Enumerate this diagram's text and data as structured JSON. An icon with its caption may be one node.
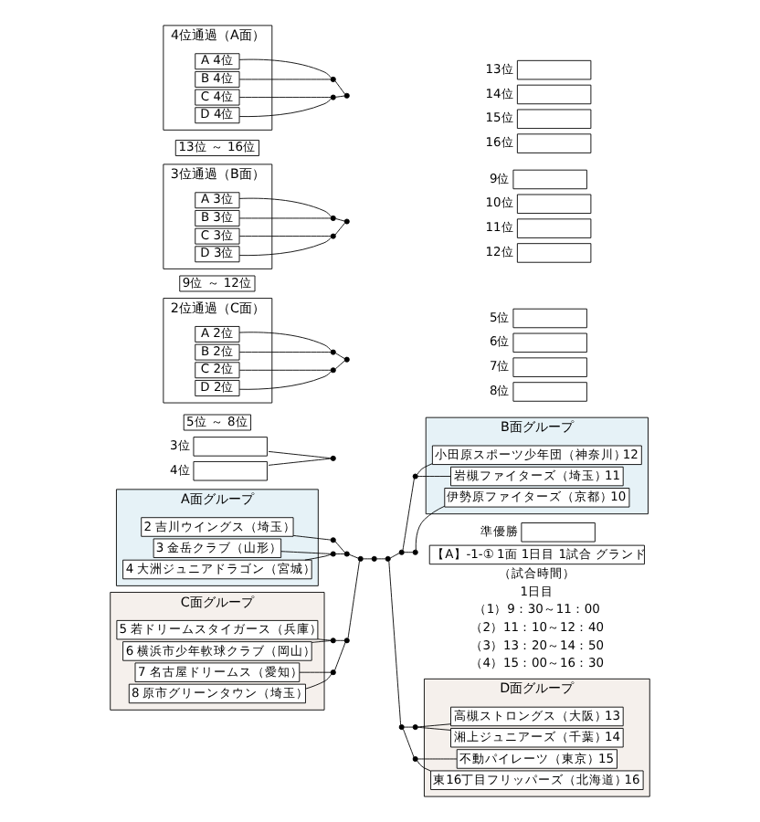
{
  "diagram": {
    "nodes": [
      {
        "text": [
          "A面グループ"
        ]
      },
      {
        "text": [
          "2",
          "吉川ウイングス（埼玉）"
        ],
        "in": 0
      },
      {
        "text": [
          "3",
          "金岳クラブ（山形）"
        ],
        "in": 0
      },
      {
        "text": [
          "4",
          "大洲ジュニアドラゴン（宮城）"
        ],
        "in": 0
      },
      {
        "text": [
          "C面グループ"
        ]
      },
      {
        "text": [
          "5",
          "若ドリームスタイガース（兵庫）"
        ],
        "in": 4
      },
      {
        "text": [
          "6",
          "横浜市少年軟球クラブ（岡山）"
        ],
        "in": 4
      },
      {
        "text": [
          "7",
          "名古屋ドリームス（愛知）"
        ],
        "in": 4
      },
      {
        "text": [
          "8",
          "原市グリーンタウン（埼玉）"
        ],
        "in": 4
      },
      {
        "text": [
          "B面グループ"
        ]
      },
      {
        "text": [
          "伊勢原ファイターズ（京都）",
          "10"
        ],
        "in": 9
      },
      {
        "text": [
          "岩槻ファイターズ（埼玉）",
          "11"
        ],
        "in": 9
      },
      {
        "text": [
          "小田原スポーツ少年団（神奈川）",
          "12"
        ],
        "in": 9
      },
      {
        "text": [
          "D面グループ"
        ]
      },
      {
        "text": [
          "高槻ストロングス（大阪）",
          "13"
        ],
        "in": 13
      },
      {
        "text": [
          "湘上ジュニアーズ（千葉）",
          "14"
        ],
        "in": 13
      },
      {
        "text": [
          "不動パイレーツ（東京）",
          "15"
        ],
        "in": 13
      },
      {
        "text": [
          "東16丁目フリッパーズ（北海道）",
          "16"
        ],
        "in": 13
      },
      {
        "text": [],
        "shape": "point"
      },
      {
        "text": [],
        "shape": "point"
      },
      {
        "text": [],
        "shape": "point"
      },
      {
        "text": [],
        "shape": "point"
      },
      {
        "text": [],
        "shape": "point"
      },
      {
        "text": [],
        "shape": "point"
      },
      {
        "text": [],
        "shape": "point"
      },
      {
        "text": [],
        "shape": "point"
      },
      {
        "text": [],
        "shape": "point"
      },
      {
        "text": [],
        "shape": "point"
      },
      {
        "text": [],
        "shape": "point"
      },
      {
        "text": [],
        "shape": "point"
      },
      {
        "text": [],
        "shape": "point"
      },
      {
        "text": [],
        "shape": "point"
      },
      {
        "text": [],
        "shape": "point"
      },
      {
        "text": [],
        "shape": "box",
        "beside": [
          "準優勝"
        ]
      },
      {
        "text": [],
        "shape": "box",
        "beside": [
          "3位"
        ]
      },
      {
        "text": [],
        "shape": "box",
        "beside": [
          "4位"
        ]
      },
      {
        "text": [],
        "shape": "point"
      },
      {
        "text": [
          "【A】-1-①",
          "1面 1日目 1試合 グランド"
        ]
      },
      {
        "text": [
          "5位 ～ 8位"
        ]
      },
      {
        "text": [
          "2位通過（C面）"
        ]
      },
      {
        "text": [
          "A 2位"
        ],
        "in": 39
      },
      {
        "text": [
          "B 2位"
        ],
        "in": 39
      },
      {
        "text": [
          "C 2位"
        ],
        "in": 39
      },
      {
        "text": [
          "D 2位"
        ],
        "in": 39
      },
      {
        "text": [],
        "shape": "point"
      },
      {
        "text": [],
        "shape": "point"
      },
      {
        "text": [],
        "shape": "point"
      },
      {
        "text": [],
        "shape": "box",
        "beside": [
          "5位"
        ]
      },
      {
        "text": [],
        "shape": "box",
        "beside": [
          "6位"
        ]
      },
      {
        "text": [],
        "shape": "box",
        "beside": [
          "7位"
        ]
      },
      {
        "text": [],
        "shape": "box",
        "beside": [
          "8位"
        ]
      },
      {
        "text": [
          "9位 ～ 12位"
        ]
      },
      {
        "text": [
          "3位通過（B面）"
        ]
      },
      {
        "text": [
          "A 3位"
        ],
        "in": 52
      },
      {
        "text": [
          "B 3位"
        ],
        "in": 52
      },
      {
        "text": [
          "C 3位"
        ],
        "in": 52
      },
      {
        "text": [
          "D 3位"
        ],
        "in": 52
      },
      {
        "text": [],
        "shape": "point"
      },
      {
        "text": [],
        "shape": "point"
      },
      {
        "text": [],
        "shape": "point"
      },
      {
        "text": [],
        "shape": "box",
        "beside": [
          "9位"
        ]
      },
      {
        "text": [],
        "shape": "box",
        "beside": [
          "10位"
        ]
      },
      {
        "text": [],
        "shape": "box",
        "beside": [
          "11位"
        ]
      },
      {
        "text": [],
        "shape": "box",
        "beside": [
          "12位"
        ]
      },
      {
        "text": [
          "13位 ～ 16位"
        ]
      },
      {
        "text": [
          "4位通過（A面）"
        ]
      },
      {
        "text": [
          "A 4位"
        ],
        "in": 65
      },
      {
        "text": [
          "B 4位"
        ],
        "in": 65
      },
      {
        "text": [
          "C 4位"
        ],
        "in": 65
      },
      {
        "text": [
          "D 4位"
        ],
        "in": 65
      },
      {
        "text": [],
        "shape": "point"
      },
      {
        "text": [],
        "shape": "point"
      },
      {
        "text": [],
        "shape": "point"
      },
      {
        "text": [],
        "shape": "box",
        "beside": [
          "13位"
        ]
      },
      {
        "text": [],
        "shape": "box",
        "beside": [
          "14位"
        ]
      },
      {
        "text": [],
        "shape": "box",
        "beside": [
          "15位"
        ]
      },
      {
        "text": [],
        "shape": "box",
        "beside": [
          "16位"
        ]
      }
    ],
    "edges": [
      {
        "from": 1,
        "to": 18,
        "arrow": "none"
      },
      {
        "from": 2,
        "to": 19,
        "arrow": "none"
      },
      {
        "from": 3,
        "to": 19,
        "arrow": "none"
      },
      {
        "from": 18,
        "to": 20,
        "arrow": "none"
      },
      {
        "from": 19,
        "to": 20,
        "arrow": "none"
      },
      {
        "from": 5,
        "to": 21,
        "arrow": "none"
      },
      {
        "from": 6,
        "to": 21,
        "arrow": "none"
      },
      {
        "from": 7,
        "to": 22,
        "arrow": "none"
      },
      {
        "from": 8,
        "to": 22,
        "arrow": "none"
      },
      {
        "from": 21,
        "to": 23,
        "arrow": "none"
      },
      {
        "from": 22,
        "to": 23,
        "arrow": "none"
      },
      {
        "from": 20,
        "to": 24,
        "arrow": "none"
      },
      {
        "from": 23,
        "to": 24,
        "arrow": "none"
      },
      {
        "from": 10,
        "to": 25,
        "arrow": "none"
      },
      {
        "from": 11,
        "to": 26,
        "arrow": "none"
      },
      {
        "from": 12,
        "to": 26,
        "arrow": "none"
      },
      {
        "from": 25,
        "to": 27,
        "arrow": "none"
      },
      {
        "from": 26,
        "to": 27,
        "arrow": "none"
      },
      {
        "from": 14,
        "to": 28,
        "arrow": "none"
      },
      {
        "from": 15,
        "to": 28,
        "arrow": "none"
      },
      {
        "from": 16,
        "to": 29,
        "arrow": "none"
      },
      {
        "from": 17,
        "to": 29,
        "arrow": "none"
      },
      {
        "from": 28,
        "to": 30,
        "arrow": "none"
      },
      {
        "from": 29,
        "to": 30,
        "arrow": "none"
      },
      {
        "from": 27,
        "to": 31,
        "arrow": "none"
      },
      {
        "from": 30,
        "to": 31,
        "arrow": "none"
      },
      {
        "from": 24,
        "to": 32,
        "arrow": "none"
      },
      {
        "from": 31,
        "to": 32,
        "arrow": "none"
      },
      {
        "from": 34,
        "to": 36,
        "arrow": "none"
      },
      {
        "from": 35,
        "to": 36,
        "arrow": "none"
      },
      {
        "from": 40,
        "to": 44,
        "arrow": "none"
      },
      {
        "from": 41,
        "to": 44,
        "arrow": "none"
      },
      {
        "from": 42,
        "to": 45,
        "arrow": "none"
      },
      {
        "from": 43,
        "to": 45,
        "arrow": "none"
      },
      {
        "from": 44,
        "to": 46,
        "arrow": "none"
      },
      {
        "from": 45,
        "to": 46,
        "arrow": "none"
      },
      {
        "from": 53,
        "to": 57,
        "arrow": "none"
      },
      {
        "from": 54,
        "to": 57,
        "arrow": "none"
      },
      {
        "from": 55,
        "to": 58,
        "arrow": "none"
      },
      {
        "from": 56,
        "to": 58,
        "arrow": "none"
      },
      {
        "from": 57,
        "to": 59,
        "arrow": "none"
      },
      {
        "from": 58,
        "to": 59,
        "arrow": "none"
      },
      {
        "from": 66,
        "to": 70,
        "arrow": "none"
      },
      {
        "from": 67,
        "to": 70,
        "arrow": "none"
      },
      {
        "from": 68,
        "to": 71,
        "arrow": "none"
      },
      {
        "from": 69,
        "to": 71,
        "arrow": "none"
      },
      {
        "from": 70,
        "to": 72,
        "arrow": "none"
      },
      {
        "from": 71,
        "to": 72,
        "arrow": "none"
      }
    ],
    "labels": [
      "（試合時間）",
      "1日目",
      "（1）9：30～11：00",
      "（2）11：10～12：40",
      "（3）13：20～14：50",
      "（4）15：00～16：30"
    ]
  }
}
